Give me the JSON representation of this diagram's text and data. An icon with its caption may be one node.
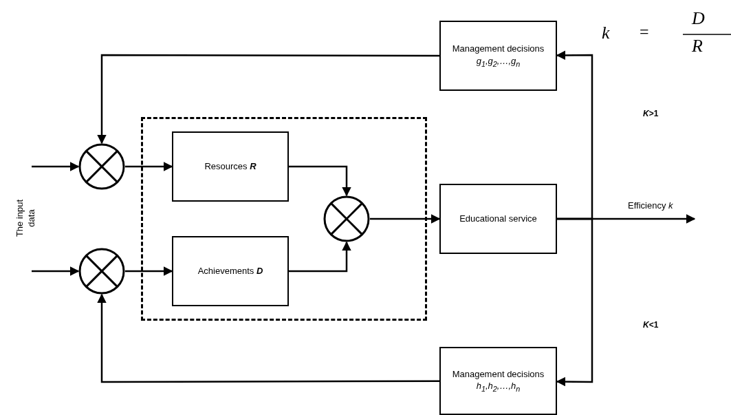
{
  "diagram": {
    "nodes": [
      {
        "text": [
          "Management decisions",
          "g$_{1}$,g$_{2}$,…,g$_{n}$"
        ]
      },
      {
        "text": [],
        "shape": "circle"
      },
      {
        "text": [],
        "shape": "circle"
      },
      {
        "text": [],
        "shape": "box"
      },
      {
        "text": [
          "Resources **R**"
        ],
        "in": 3
      },
      {
        "text": [
          "Achievements **D**"
        ],
        "in": 3
      },
      {
        "text": [],
        "shape": "circle",
        "in": 3
      },
      {
        "text": [
          "Educational service"
        ]
      },
      {
        "text": [
          "Management decisions",
          "h$_{1}$,h$_{2}$,…,h$_{n}$"
        ]
      }
    ],
    "edges": [
      {
        "from": null,
        "to": 1,
        "arrow": "to"
      },
      {
        "from": null,
        "to": 2,
        "arrow": "to"
      },
      {
        "from": 1,
        "to": 4,
        "arrow": "to"
      },
      {
        "from": 2,
        "to": 5,
        "arrow": "to"
      },
      {
        "from": 4,
        "to": 6,
        "arrow": "to"
      },
      {
        "from": 5,
        "to": 6,
        "arrow": "to"
      },
      {
        "from": 6,
        "to": 7,
        "arrow": "to"
      },
      {
        "from": 7,
        "to": null,
        "arrow": "to",
        "label": "Efficiency *k*"
      },
      {
        "from": 0,
        "to": 1,
        "arrow": "to"
      },
      {
        "from": 8,
        "to": 2,
        "arrow": "to"
      },
      {
        "from": 7,
        "to": 0,
        "arrow": "to"
      },
      {
        "from": 7,
        "to": 8,
        "arrow": "to"
      }
    ],
    "labels": [
      "The input data",
      "k",
      "=",
      "D",
      "R",
      "*K*>1",
      "*K*<1"
    ]
  }
}
